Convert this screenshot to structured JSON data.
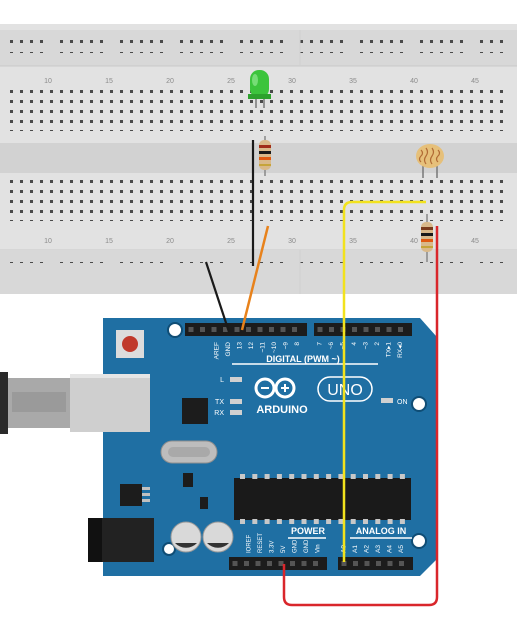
{
  "breadboard": {
    "column_labels_top": [
      "10",
      "15",
      "20",
      "25",
      "30",
      "35",
      "40",
      "45"
    ],
    "column_labels_bottom": [
      "10",
      "15",
      "20",
      "25",
      "30",
      "35",
      "40",
      "45"
    ]
  },
  "arduino": {
    "logo_text": "ARDUINO",
    "model_badge": "UNO",
    "digital_header_label": "DIGITAL (PWM ~)",
    "power_header_label": "POWER",
    "analog_header_label": "ANALOG IN",
    "on_led_label": "ON",
    "l_led_label": "L",
    "tx_label": "TX",
    "rx_label": "RX",
    "top_pin_labels": [
      "AREF",
      "GND",
      "13",
      "12",
      "~11",
      "~10",
      "~9",
      "8",
      "7",
      "~6",
      "~5",
      "4",
      "~3",
      "2",
      "TX▸1",
      "RX◂0"
    ],
    "power_pin_labels": [
      "IOREF",
      "RESET",
      "3.3V",
      "5V",
      "GND",
      "GND",
      "Vin"
    ],
    "analog_pin_labels": [
      "A0",
      "A1",
      "A2",
      "A3",
      "A4",
      "A5"
    ]
  },
  "colors": {
    "board_blue": "#1f6fa3",
    "breadboard_gray": "#dedede",
    "wire_black": "#1a1a1a",
    "wire_orange": "#e8821b",
    "wire_yellow": "#f2e21d",
    "wire_red": "#d9262b",
    "led_green": "#3cc43c"
  }
}
